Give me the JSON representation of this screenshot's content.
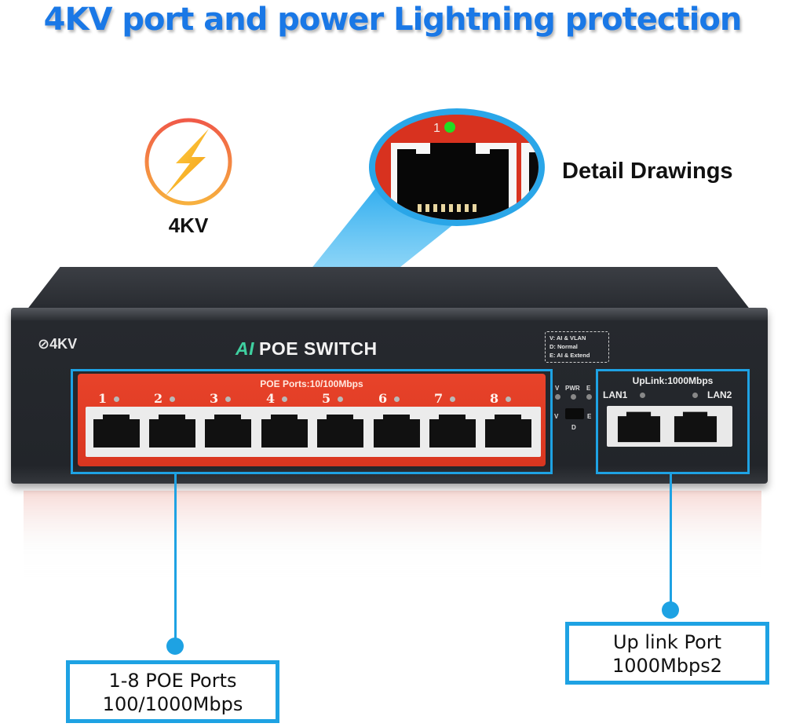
{
  "headline": "4KV port and power Lightning protection",
  "badge": {
    "icon": "lightning-bolt-icon",
    "caption": "4KV",
    "ring_colors": [
      "#f0584a",
      "#f7a43a"
    ],
    "bolt_color": "#f5b21b"
  },
  "detail": {
    "title": "Detail Drawings",
    "port_number": "1",
    "led_color": "#22dd22"
  },
  "device": {
    "surge_mark": "4KV",
    "model_prefix": "AI",
    "model_name": "POE SWITCH",
    "mode_legend": [
      "V:  AI & VLAN",
      "D:  Normal",
      "E:  AI & Extend"
    ],
    "poe_panel_title": "POE Ports:10/100Mbps",
    "poe_ports": [
      "1",
      "2",
      "3",
      "4",
      "5",
      "6",
      "7",
      "8"
    ],
    "status_leds": [
      "V",
      "PWR",
      "E"
    ],
    "switch_positions": {
      "left": "V",
      "center": "D",
      "right": "E"
    },
    "uplink_title": "UpLink:1000Mbps",
    "uplink_ports": [
      "LAN1",
      "LAN2"
    ],
    "panel_color": "#e03d25",
    "body_color": "#25282d"
  },
  "callouts": {
    "poe": {
      "line1": "1-8 POE Ports",
      "line2": "100/1000Mbps"
    },
    "uplink": {
      "line1": "Up link Port",
      "line2": "1000Mbps2"
    },
    "accent_color": "#1ea2e3"
  }
}
